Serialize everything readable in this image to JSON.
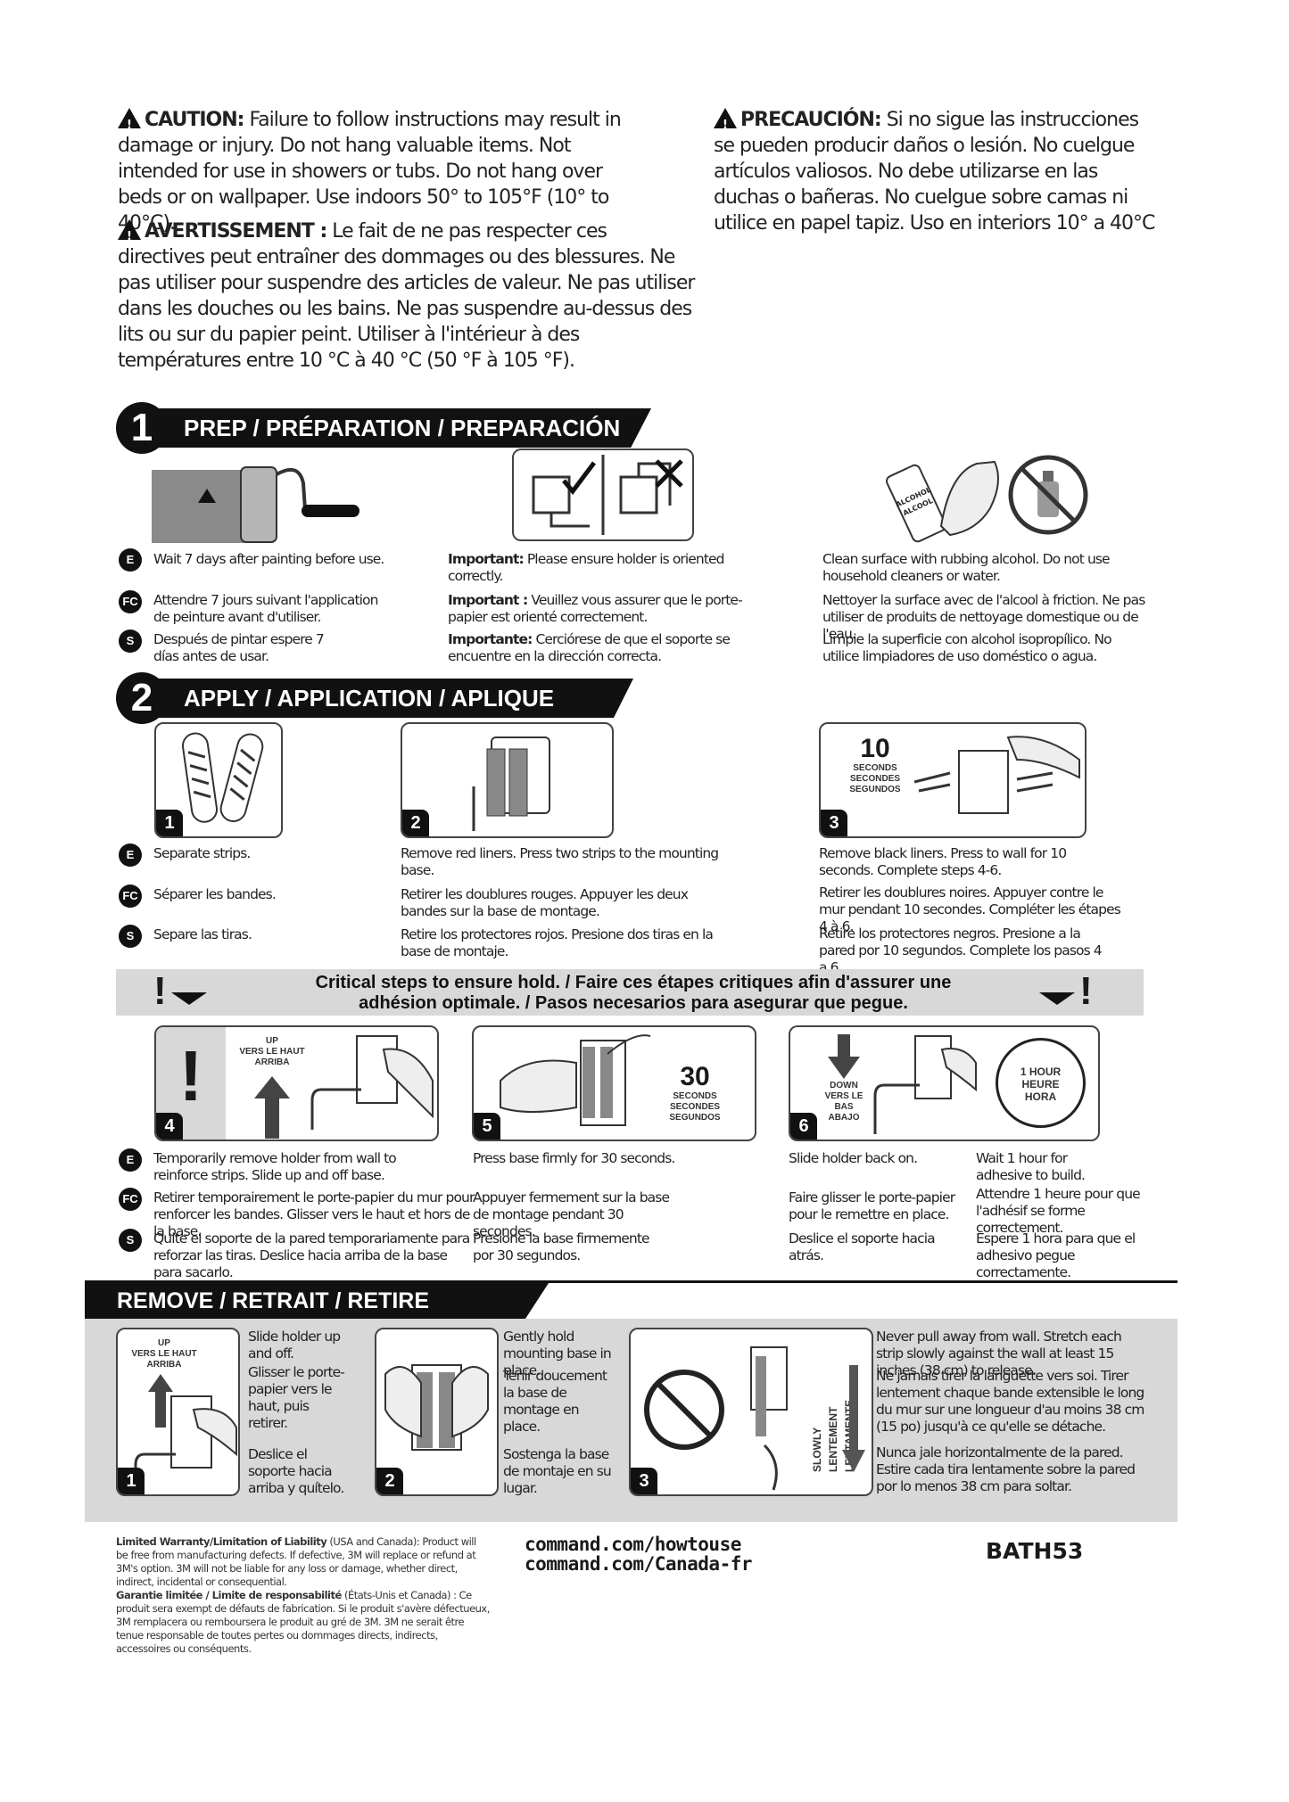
{
  "caution": {
    "en_label": "CAUTION:",
    "en_text": "Failure to follow instructions may result in damage or injury. Do not hang valuable items. Not intended for use in showers or tubs. Do not hang over beds or on wallpaper. Use indoors 50° to 105°F (10° to 40°C).",
    "fr_label": "AVERTISSEMENT :",
    "fr_text": "Le fait de ne pas respecter ces directives peut entraîner des dommages ou des blessures. Ne pas utiliser pour suspendre des articles de valeur. Ne pas utiliser dans les douches ou les bains. Ne pas suspendre au-dessus des lits ou sur du papier peint. Utiliser à l'intérieur à des températures entre 10 °C à 40 °C (50 °F à 105 °F).",
    "es_label": "PRECAUCIÓN:",
    "es_text": "Si no sigue las instrucciones se pueden producir daños o lesión. No cuelgue artículos valiosos. No debe utilizarse en las duchas o bañeras. No cuelgue sobre camas ni utilice en papel tapiz. Uso en interiors 10° a 40°C"
  },
  "lang": {
    "en": "E",
    "fr": "FC",
    "es": "S"
  },
  "section1": {
    "num": "1",
    "title": "PREP / PRÉPARATION / PREPARACIÓN",
    "col1": {
      "en": "Wait 7 days after painting before use.",
      "fr": "Attendre 7 jours suivant l'application de peinture avant d'utiliser.",
      "es": "Después de pintar espere 7 días antes de usar."
    },
    "col2": {
      "en_b": "Important:",
      "en": "Please ensure holder is oriented correctly.",
      "fr_b": "Important :",
      "fr": "Veuillez vous assurer que le porte-papier est orienté correctement.",
      "es_b": "Importante:",
      "es": "Cerciórese de que el soporte se encuentre en la dirección correcta."
    },
    "col3": {
      "en": "Clean surface with rubbing alcohol. Do not use household cleaners or water.",
      "fr": "Nettoyer la surface avec de l'alcool à friction. Ne pas utiliser de produits de nettoyage domestique ou de l'eau.",
      "es": "Limpie la superficie con alcohol isopropílico. No utilice limpiadores de uso doméstico o agua."
    },
    "bottle_label": "ALCOHOL ALCOOL"
  },
  "section2": {
    "num": "2",
    "title": "APPLY / APPLICATION / APLIQUE",
    "step1": {
      "num": "1",
      "en": "Separate strips.",
      "fr": "Séparer les bandes.",
      "es": "Separe las tiras."
    },
    "step2": {
      "num": "2",
      "en": "Remove red liners. Press two strips to the mounting base.",
      "fr": "Retirer les doublures rouges. Appuyer les deux bandes sur la base de montage.",
      "es": "Retire los protectores rojos. Presione dos tiras en la base de montaje."
    },
    "step3": {
      "num": "3",
      "en": "Remove black liners. Press to wall for 10 seconds. Complete steps 4-6.",
      "fr": "Retirer les doublures noires. Appuyer contre le mur pendant 10 secondes. Compléter les étapes 4 à 6.",
      "es": "Retire los protectores negros. Presione a la pared por 10 segundos. Complete los pasos 4 a 6.",
      "seconds_num": "10",
      "seconds_en": "SECONDS",
      "seconds_fr": "SECONDES",
      "seconds_es": "SEGUNDOS"
    }
  },
  "critical": {
    "text": "Critical steps to ensure hold. / Faire ces étapes critiques afin d'assurer une adhésion optimale. / Pasos necesarios para asegurar que pegue.",
    "bang": "!",
    "step4": {
      "num": "4",
      "up_en": "UP",
      "up_fr": "VERS LE HAUT",
      "up_es": "ARRIBA",
      "en": "Temporarily remove holder from wall to reinforce strips. Slide up and off base.",
      "fr": "Retirer temporairement le porte-papier du mur pour renforcer les bandes. Glisser vers le haut et hors de la base.",
      "es": "Quite el soporte de la pared temporariamente para reforzar las tiras. Deslice hacia arriba de la base para sacarlo."
    },
    "step5": {
      "num": "5",
      "seconds_num": "30",
      "seconds_en": "SECONDS",
      "seconds_fr": "SECONDES",
      "seconds_es": "SEGUNDOS",
      "en": "Press base firmly for 30 seconds.",
      "fr": "Appuyer fermement sur la base de montage pendant 30 secondes.",
      "es": "Presione la base firmemente por 30 segundos."
    },
    "step6": {
      "num": "6",
      "down_en": "DOWN",
      "down_fr": "VERS LE BAS",
      "down_es": "ABAJO",
      "hour_en": "1 HOUR",
      "hour_fr": "HEURE",
      "hour_es": "HORA",
      "en": "Slide holder back on.",
      "fr": "Faire glisser le porte-papier pour le remettre en place.",
      "es": "Deslice el soporte hacia atrás.",
      "en2": "Wait 1 hour for adhesive to build.",
      "fr2": "Attendre 1 heure pour que l'adhésif se forme correctement.",
      "es2": "Espere 1 hora para que el adhesivo pegue correctamente."
    }
  },
  "remove": {
    "title": "REMOVE / RETRAIT / RETIRE",
    "step1": {
      "num": "1",
      "up_en": "UP",
      "up_fr": "VERS LE HAUT",
      "up_es": "ARRIBA",
      "en": "Slide holder up and off.",
      "fr": "Glisser le porte-papier vers le haut, puis retirer.",
      "es": "Deslice el soporte hacia arriba y quítelo."
    },
    "step2": {
      "num": "2",
      "en": "Gently hold mounting base in place.",
      "fr": "Tenir doucement la base de montage en place.",
      "es": "Sostenga la base de montaje en su lugar."
    },
    "step3": {
      "num": "3",
      "slowly_en": "SLOWLY",
      "slowly_fr": "LENTEMENT",
      "slowly_es": "LENTAMENTE",
      "en": "Never pull away from wall. Stretch each strip slowly against the wall at least 15 inches (38 cm) to release.",
      "fr": "Ne jamais tirer la languette vers soi. Tirer lentement chaque bande extensible le long du mur sur une longueur d'au moins 38 cm (15 po) jusqu'à ce qu'elle se détache.",
      "es": "Nunca jale horizontalmente de la pared. Estire cada tira lentamente sobre la pared por lo menos 38 cm para soltar."
    }
  },
  "footer": {
    "warranty_b": "Limited Warranty/Limitation of Liability",
    "warranty": "(USA and Canada): Product will be free from manufacturing defects. If defective, 3M will replace or refund at 3M's option. 3M will not be liable for any loss or damage, whether direct, indirect, incidental or consequential.",
    "garantie_b": "Garantie limitée / Limite de responsabilité",
    "garantie": "(États-Unis et Canada) : Ce produit sera exempt de défauts de fabrication. Si le produit s'avère défectueux, 3M remplacera ou remboursera le produit au gré de 3M. 3M ne serait être tenue responsable de toutes pertes ou dommages directs, indirects, accessoires ou conséquents.",
    "url1": "command.com/howtouse",
    "url2": "command.com/Canada-fr",
    "code": "BATH53"
  }
}
